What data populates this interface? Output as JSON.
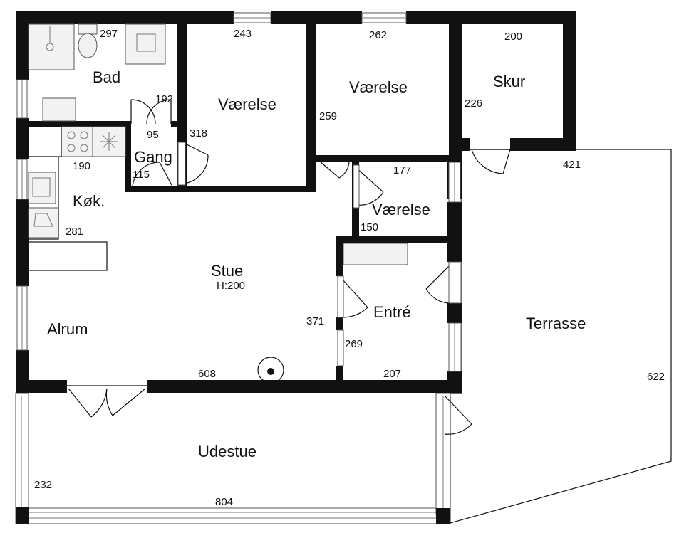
{
  "rooms": {
    "bad": "Bad",
    "vaerelse1": "Værelse",
    "vaerelse2": "Værelse",
    "skur": "Skur",
    "gang": "Gang",
    "kok": "Køk.",
    "vaerelse3": "Værelse",
    "stue": "Stue",
    "stue_height": "H:200",
    "alrum": "Alrum",
    "entre": "Entré",
    "terrasse": "Terrasse",
    "udestue": "Udestue"
  },
  "dimensions": {
    "bad_width": "297",
    "vaerelse1_width": "243",
    "vaerelse2_width": "262",
    "skur_width": "200",
    "bad_depth": "192",
    "vaerelse2_depth": "259",
    "skur_depth": "226",
    "gang_width": "95",
    "vaerelse1_depth": "318",
    "kok_width": "190",
    "gang_depth": "115",
    "vaerelse3_width": "177",
    "terrasse_width": "421",
    "kok_depth": "281",
    "vaerelse3_depth": "150",
    "stue_depth": "371",
    "entre_depth": "269",
    "stue_width": "608",
    "entre_width": "207",
    "terrasse_depth": "622",
    "udestue_depth": "232",
    "udestue_width": "804"
  }
}
